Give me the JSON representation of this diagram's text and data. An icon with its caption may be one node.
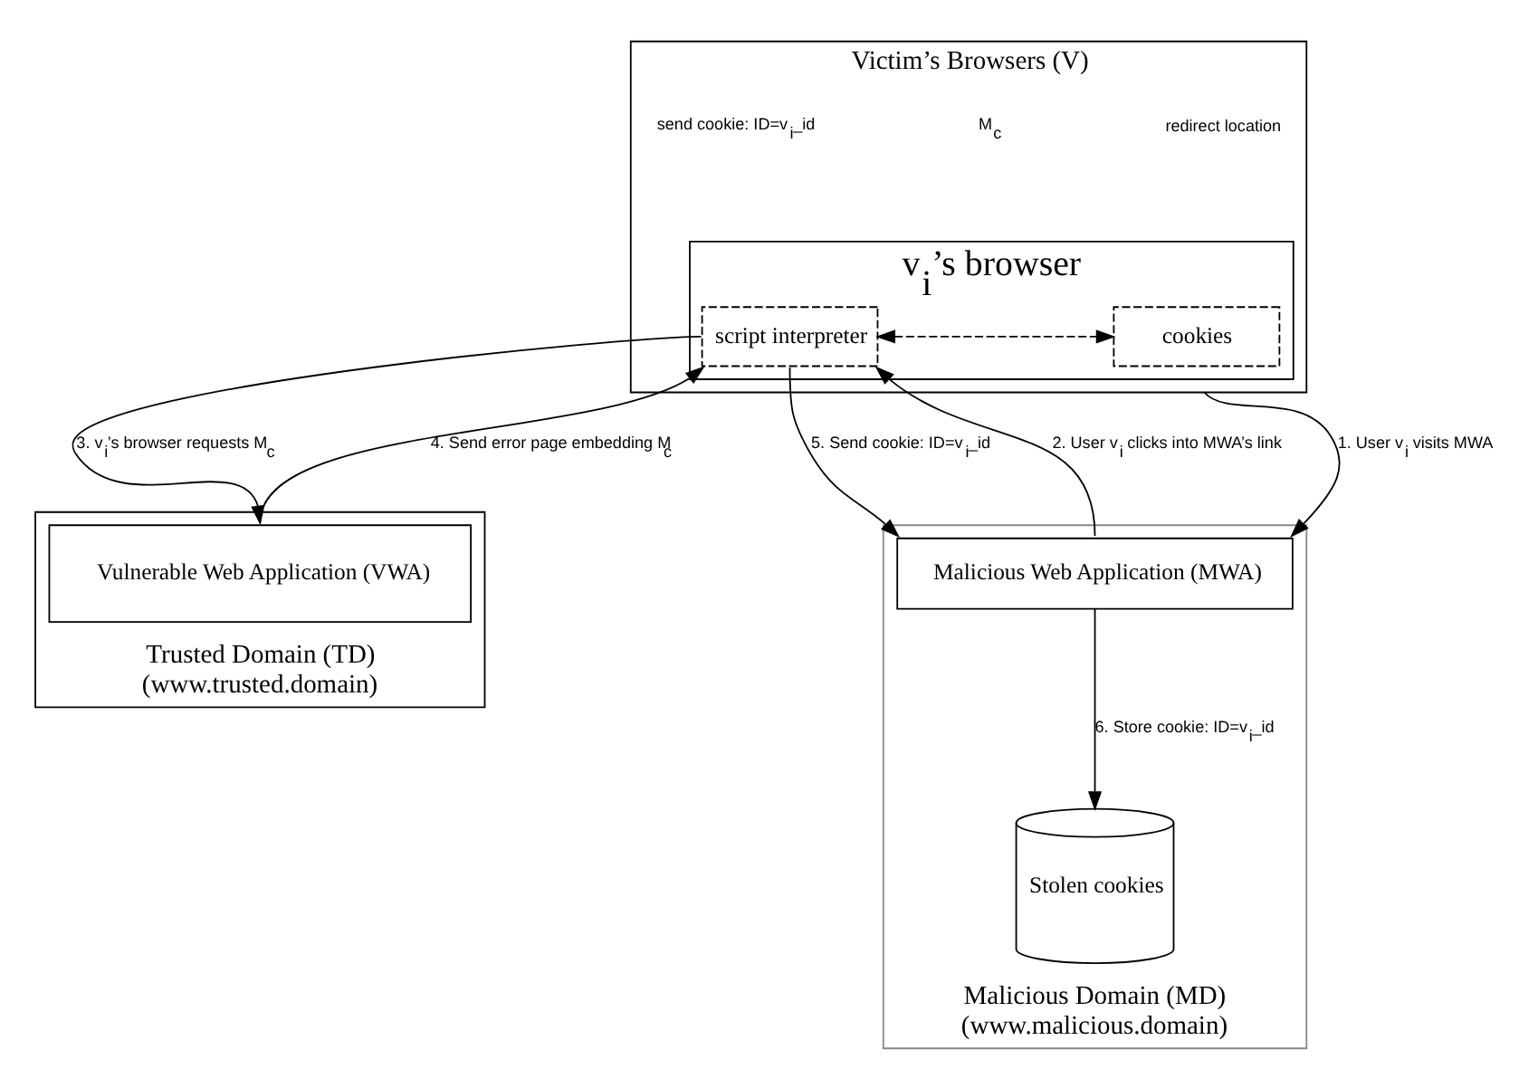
{
  "diagram": {
    "nodes": [
      {
        "text": [
          "Victim’s Browsers (V)"
        ]
      },
      {
        "text": [
          "v$_{i}$’s browser"
        ],
        "in": 0
      },
      {
        "text": [
          "script interpreter"
        ],
        "in": 1
      },
      {
        "text": [
          "cookies"
        ],
        "in": 1
      },
      {
        "text": [
          "Trusted Domain (TD)",
          "(www.trusted.domain)"
        ]
      },
      {
        "text": [
          "Vulnerable Web Application (VWA)"
        ],
        "in": 4
      },
      {
        "text": [
          "Malicious Domain (MD)",
          "(www.malicious.domain)"
        ]
      },
      {
        "text": [
          "Stolen cookies"
        ],
        "in": 6
      },
      {
        "text": [
          "Malicious Web Application (MWA)"
        ],
        "in": 6
      }
    ],
    "edges": [
      {
        "from": 0,
        "to": 8,
        "arrow": "to",
        "label": "1. User v$_{i}$ visits MWA"
      },
      {
        "from": 8,
        "to": 2,
        "arrow": "to",
        "label": "2. User v$_{i}$ clicks into MWA’s link"
      },
      {
        "from": 2,
        "to": 5,
        "arrow": "to",
        "label": "3. v$_{i}$’s browser requests M$_{c}$"
      },
      {
        "from": 5,
        "to": 2,
        "arrow": "to",
        "label": "4. Send error page embedding M$_{c}$"
      },
      {
        "from": 2,
        "to": 3,
        "arrow": "both",
        "style": "dashed"
      },
      {
        "from": 2,
        "to": 8,
        "arrow": "to",
        "label": "5. Send cookie: ID=v$_{i}$_id"
      },
      {
        "from": 8,
        "to": 7,
        "arrow": "to",
        "label": "6. Store cookie: ID=v$_{i}$_id"
      }
    ],
    "labels": [
      "redirect location",
      "M$_{c}$",
      "send cookie: ID=v$_{i}$_id"
    ]
  }
}
